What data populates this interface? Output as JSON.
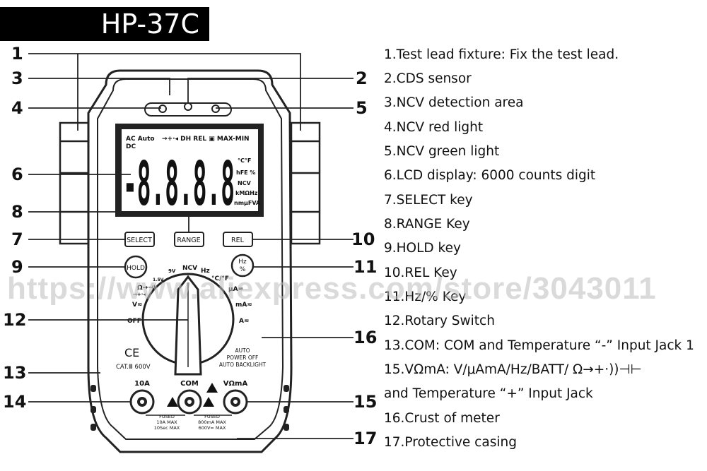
{
  "title": "HP-37C",
  "callout_numbers": [
    "1",
    "2",
    "3",
    "4",
    "5",
    "6",
    "7",
    "8",
    "9",
    "10",
    "11",
    "12",
    "13",
    "14",
    "15",
    "16",
    "17"
  ],
  "descriptions": [
    "1.Test lead fixture: Fix the test lead.",
    "2.CDS sensor",
    "3.NCV detection area",
    "4.NCV red light",
    "5.NCV green light",
    "6.LCD display: 6000 counts digit",
    "7.SELECT key",
    "8.RANGE Key",
    "9.HOLD key",
    "10.REL Key",
    "11.Hz/% Key",
    "12.Rotary Switch",
    "13.COM: COM and Temperature “-” Input Jack  1",
    "15.VΩmA: V/μAmA/Hz/BATT/ Ω→+·))⊣⊢",
    "and Temperature “+”  Input Jack",
    "16.Crust of meter",
    "17.Protective casing"
  ],
  "watermark": "https://www.aliexpress.com/store/3043011",
  "meter": {
    "lcd_top_left": "AC Auto",
    "lcd_dc": "DC",
    "lcd_top_row": "→+·◂ DH REL ▣ MAX-MIN",
    "lcd_digits": "-8.8.8.8",
    "lcd_right": [
      "°C°F",
      "hFE %",
      "NCV",
      "kMΩHz",
      "nmμFVA"
    ],
    "buttons": {
      "select": "SELECT",
      "range": "RANGE",
      "rel": "REL",
      "hold": "HOLD",
      "hz": "Hz\n%"
    },
    "dial_labels": {
      "off": "OFF",
      "v": "V≂",
      "ohm": "Ω→⊣⊢",
      "diode": "→+·◂",
      "bat": "1.5V",
      "v9": "9V",
      "ncv": "NCV",
      "hz": "Hz",
      "temp": "°C/°F",
      "ua": "μA≂",
      "ma": "mA≂",
      "a": "A≂"
    },
    "auto_text": [
      "AUTO",
      "POWER OFF",
      "AUTO BACKLIGHT"
    ],
    "ce": "CE",
    "cat": "CAT.Ⅲ 600V",
    "jacks": {
      "a10": "10A",
      "com": "COM",
      "vma": "VΩmA"
    },
    "fused_left": [
      "FUSED",
      "10A MAX",
      "10Sec MAX"
    ],
    "fused_right": [
      "FUSED",
      "800mA MAX",
      "600V≂ MAX"
    ]
  }
}
